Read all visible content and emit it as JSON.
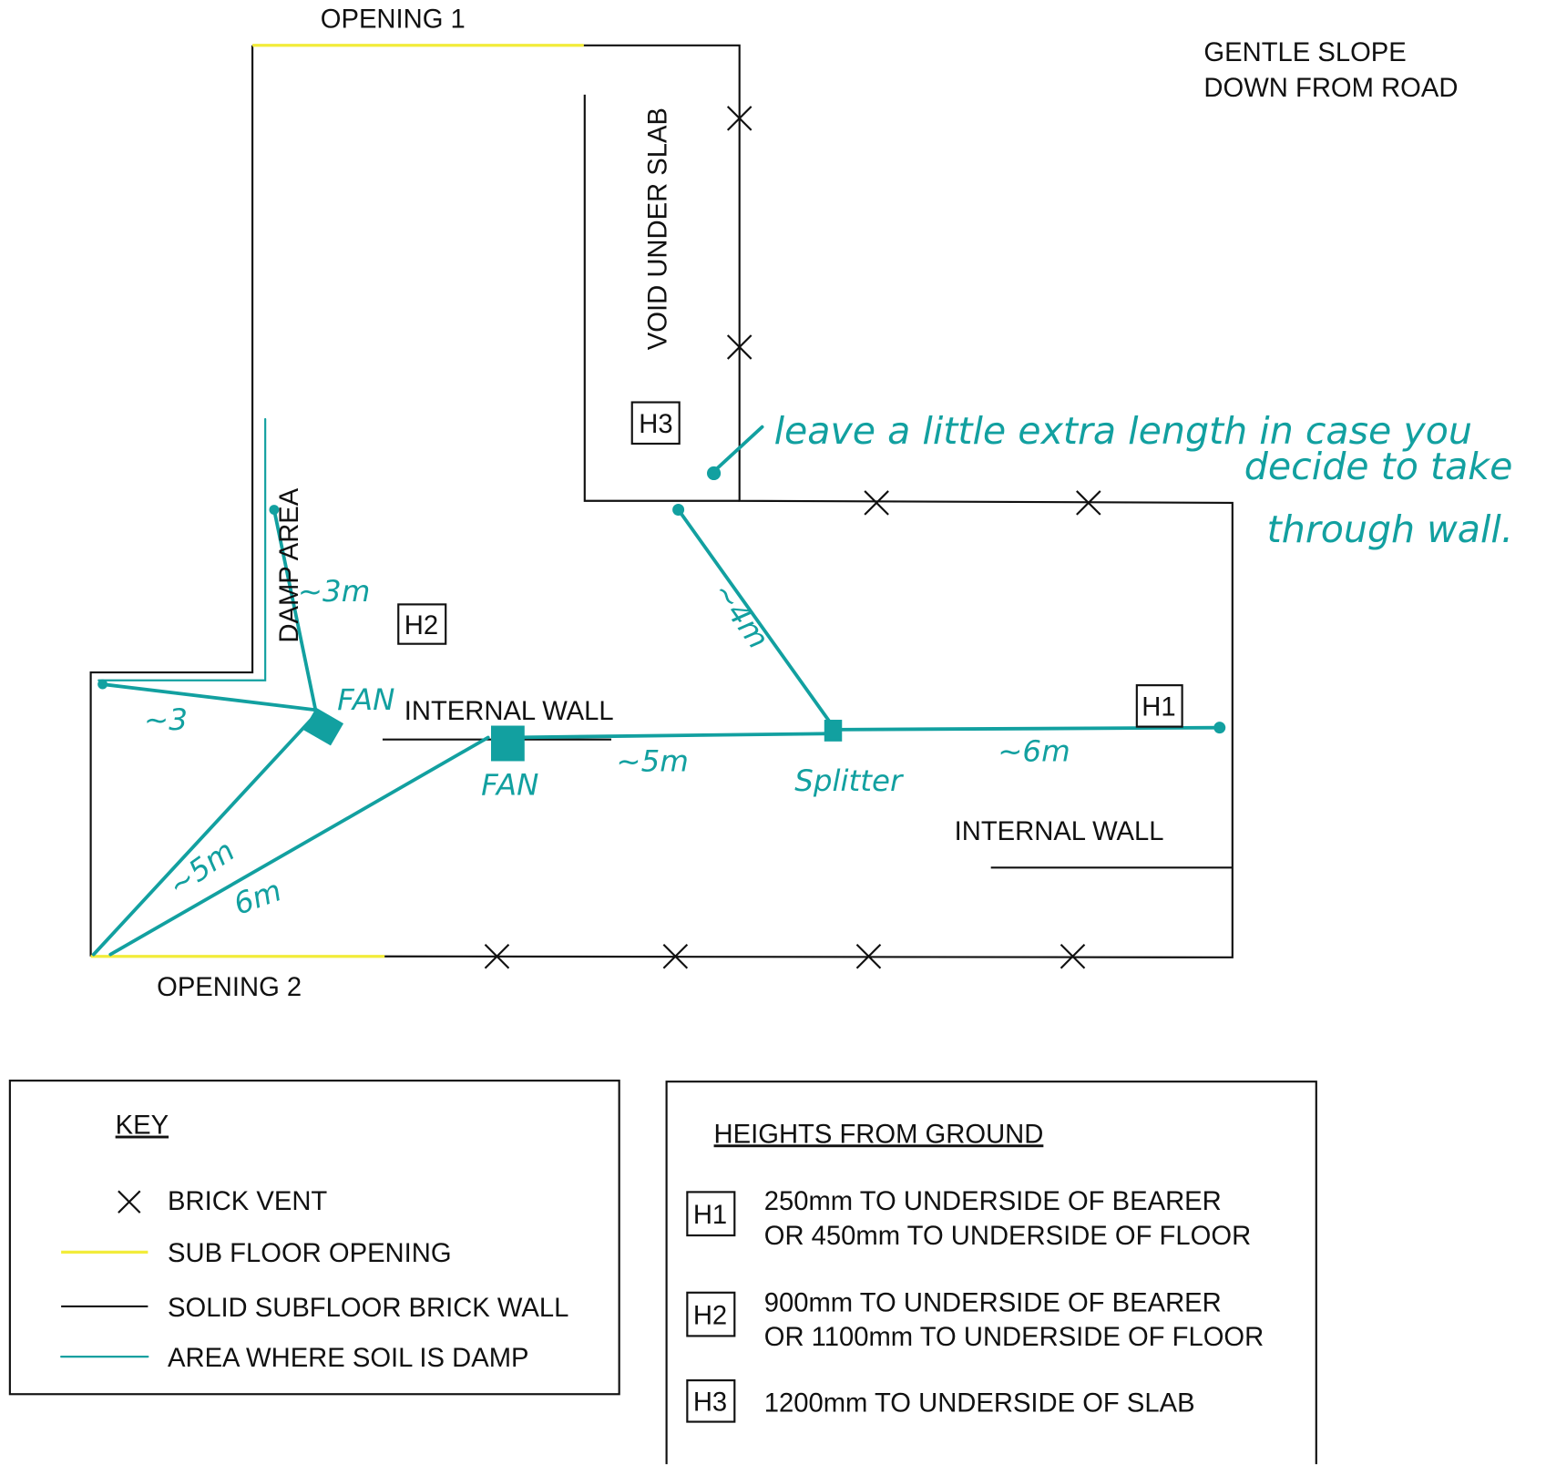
{
  "plan": {
    "opening_1": "OPENING 1",
    "opening_2": "OPENING 2",
    "slope_note": [
      "GENTLE SLOPE",
      "DOWN FROM ROAD"
    ],
    "void_label": "VOID UNDER SLAB",
    "damp_area_label": "DAMP AREA",
    "internal_wall_1": "INTERNAL WALL",
    "internal_wall_2": "INTERNAL WALL",
    "height_markers": [
      "H1",
      "H2",
      "H3"
    ],
    "handwritten": {
      "len_3m": "~3m",
      "fan_1": "FAN",
      "len_3": "~3",
      "fan_2": "FAN",
      "len_5m": "~5m",
      "splitter": "Splitter",
      "len_6m": "~6m",
      "len_4m": "~4m",
      "len_5m_diag": "~5m",
      "len_6m_diag": "6m",
      "note": [
        "leave a little extra length in case you",
        "decide to take",
        "through wall."
      ]
    }
  },
  "key": {
    "title": "KEY",
    "items": [
      {
        "label": "BRICK VENT",
        "symbol": "x-mark"
      },
      {
        "label": "SUB FLOOR OPENING",
        "color": "#f2ec3a"
      },
      {
        "label": "SOLID SUBFLOOR BRICK WALL",
        "color": "#111111"
      },
      {
        "label": "AREA WHERE SOIL IS DAMP",
        "color": "#12a0a0"
      }
    ]
  },
  "heights": {
    "title": "HEIGHTS FROM GROUND",
    "items": [
      {
        "marker": "H1",
        "lines": [
          "250mm TO UNDERSIDE OF BEARER",
          "OR 450mm TO UNDERSIDE OF FLOOR"
        ]
      },
      {
        "marker": "H2",
        "lines": [
          "900mm TO UNDERSIDE OF BEARER",
          "OR 1100mm TO UNDERSIDE OF FLOOR"
        ]
      },
      {
        "marker": "H3",
        "lines": [
          "1200mm TO UNDERSIDE OF SLAB"
        ]
      }
    ]
  },
  "colors": {
    "damp": "#12a0a0",
    "opening": "#f2ec3a",
    "wall": "#111111"
  }
}
